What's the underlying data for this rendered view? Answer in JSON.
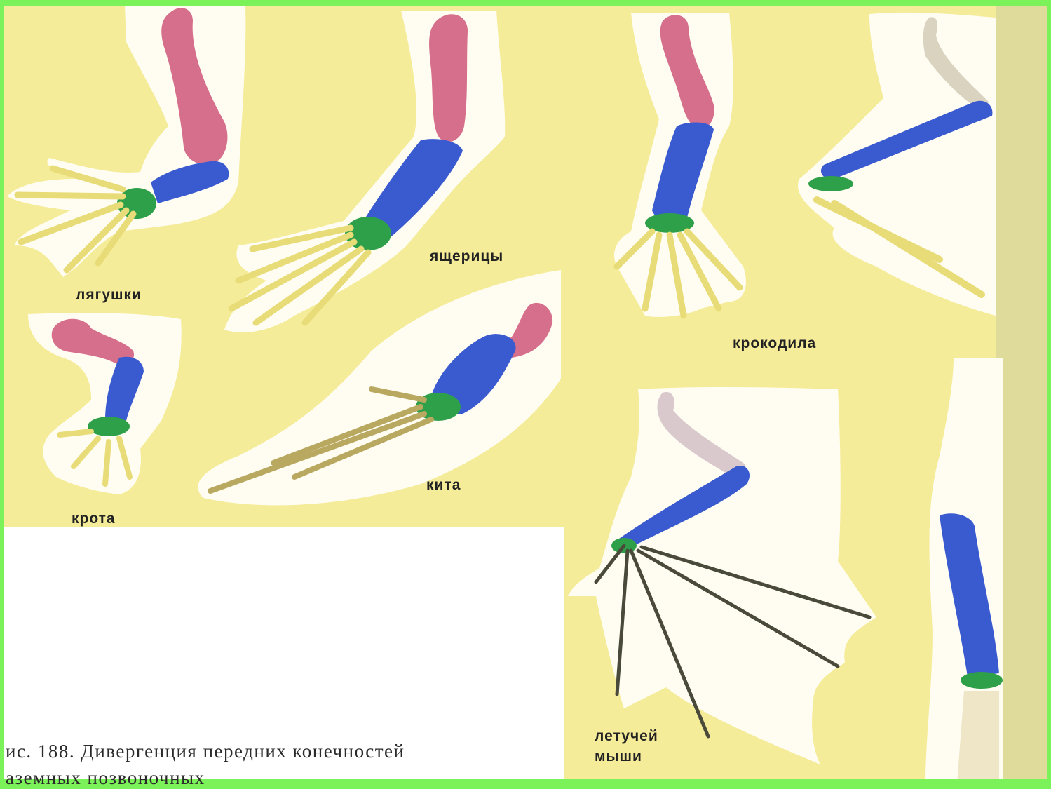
{
  "figure": {
    "labels": {
      "frog": "лягушки",
      "lizard": "ящерицы",
      "crocodile": "крокодила",
      "mole": "крота",
      "whale": "кита",
      "bat_line1": "летучей",
      "bat_line2": "мыши"
    },
    "caption_line1": "ис. 188. Дивергенция передних конечностей",
    "caption_line2": "аземных позвоночных"
  },
  "colors": {
    "border": "#7cf25a",
    "page_background": "#f5ec9a",
    "silhouette": "#fffdf2",
    "humerus": "#d66f8c",
    "forearm": "#3a5ad0",
    "wrist": "#2fa04a",
    "digits": "#e8dc78"
  }
}
